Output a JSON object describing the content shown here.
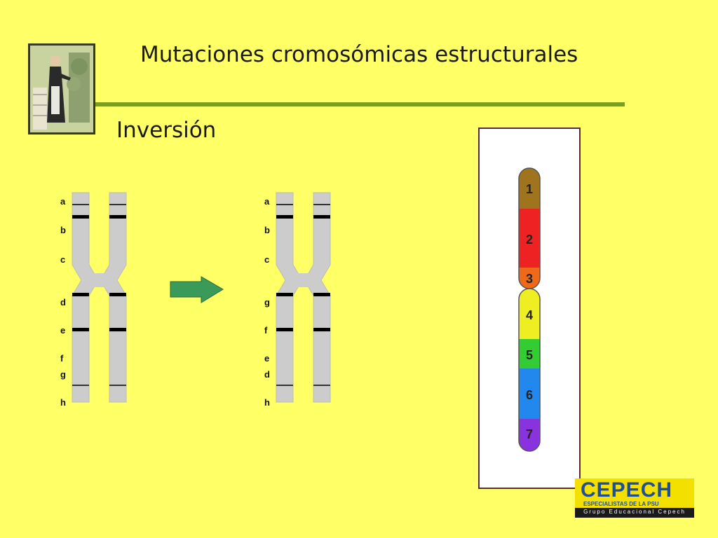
{
  "slide": {
    "title": "Mutaciones cromosómicas estructurales",
    "subtitle": "Inversión",
    "background_color": "#ffff66",
    "accent_color": "#7a9e1e"
  },
  "diagram": {
    "left_chromosome": {
      "labels": [
        "a",
        "b",
        "c",
        "d",
        "e",
        "f",
        "g",
        "h"
      ]
    },
    "right_chromosome": {
      "labels": [
        "a",
        "b",
        "c",
        "g",
        "f",
        "e",
        "d",
        "h"
      ]
    },
    "arrow": {
      "icon": "arrow-right-icon",
      "color": "#3a9a5a"
    }
  },
  "chromosome_bands": [
    {
      "number": "1",
      "color": "#a0741e"
    },
    {
      "number": "2",
      "color": "#ee2222"
    },
    {
      "number": "3",
      "color": "#ee6a1a"
    },
    {
      "number": "4",
      "color": "#eeee22"
    },
    {
      "number": "5",
      "color": "#33cc33"
    },
    {
      "number": "6",
      "color": "#2288ee"
    },
    {
      "number": "7",
      "color": "#8833dd"
    }
  ],
  "logo": {
    "name": "CEPECH",
    "tagline": "ESPECIALISTAS DE LA PSU",
    "group": "Grupo Educacional Cepech"
  }
}
